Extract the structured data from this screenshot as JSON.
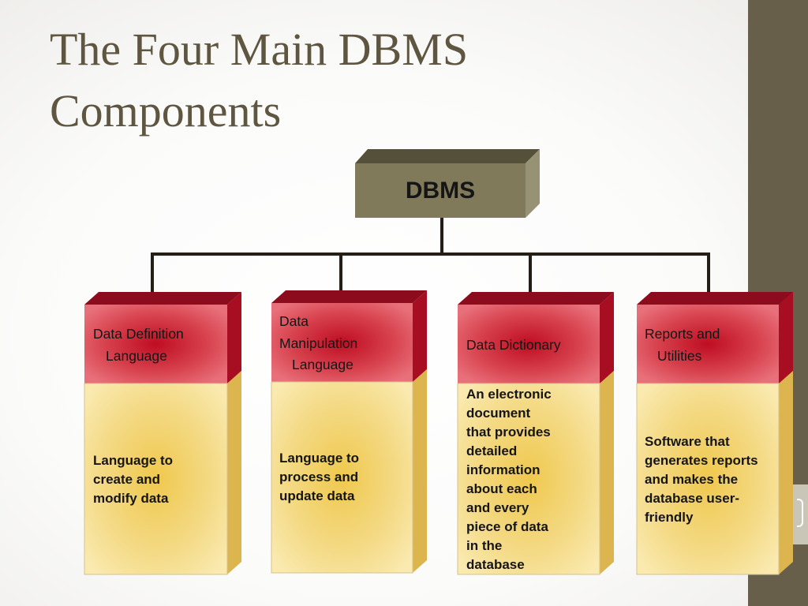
{
  "slide": {
    "title_lines": [
      "The Four Main DBMS",
      "Components"
    ]
  },
  "diagram": {
    "root": {
      "label": "DBMS"
    },
    "components": [
      {
        "heading_lines": [
          "Data Definition",
          "Language"
        ],
        "description_lines": [
          "Language to",
          "create and",
          "modify data"
        ]
      },
      {
        "heading_lines": [
          "Data",
          "Manipulation",
          "Language"
        ],
        "description_lines": [
          "Language to",
          "process and",
          "update data"
        ]
      },
      {
        "heading_lines": [
          "Data Dictionary"
        ],
        "description_lines": [
          "An electronic",
          "document",
          "that provides",
          "detailed",
          "information",
          "about each",
          "and every",
          "piece of data",
          "in the",
          "database"
        ]
      },
      {
        "heading_lines": [
          "Reports and",
          "Utilities"
        ],
        "description_lines": [
          "Software that",
          "generates reports",
          "and makes the",
          "database user-",
          "friendly"
        ]
      }
    ]
  },
  "colors": {
    "title": "#5e5640",
    "side_band": "#675f49",
    "root_box": "#807a5a",
    "heading_red": "#d8404a",
    "body_yellow": "#f3d97e",
    "connector": "#231f17"
  }
}
